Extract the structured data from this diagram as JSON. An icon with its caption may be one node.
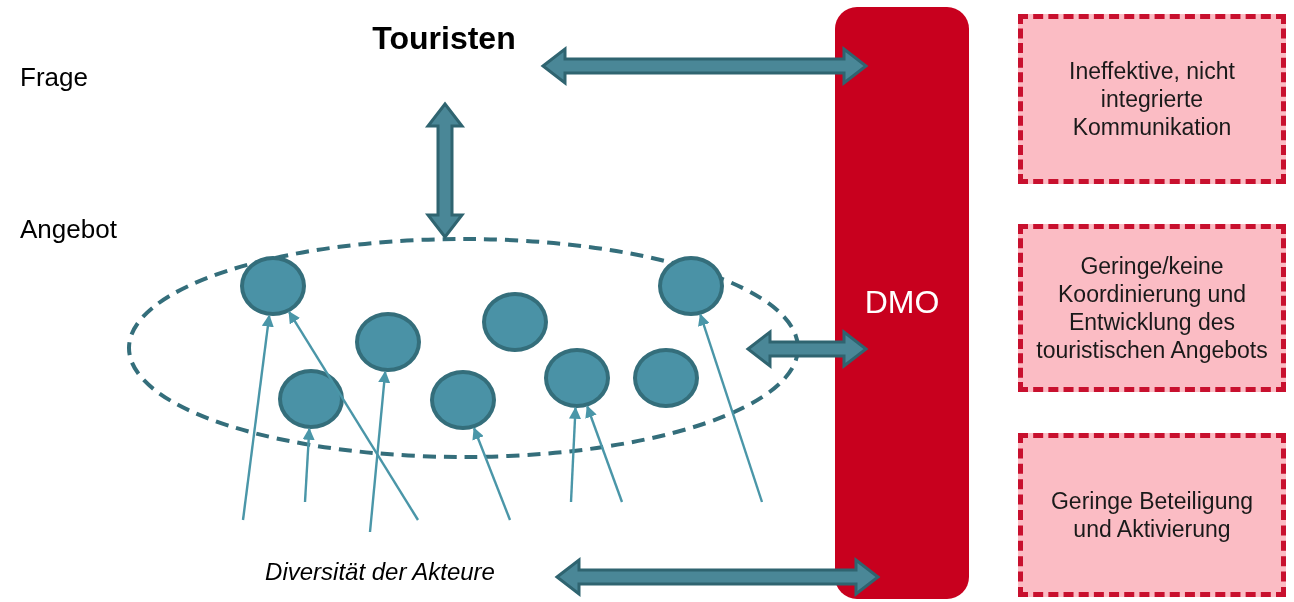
{
  "diagram": {
    "nodes": [
      {
        "text": [
          "Touristen"
        ]
      },
      {
        "text": [],
        "shape": "ellipse"
      },
      {
        "text": [],
        "shape": "circle",
        "in": 1
      },
      {
        "text": [],
        "shape": "circle",
        "in": 1
      },
      {
        "text": [],
        "shape": "circle",
        "in": 1
      },
      {
        "text": [],
        "shape": "circle",
        "in": 1
      },
      {
        "text": [],
        "shape": "circle",
        "in": 1
      },
      {
        "text": [],
        "shape": "circle",
        "in": 1
      },
      {
        "text": [],
        "shape": "circle",
        "in": 1
      },
      {
        "text": [],
        "shape": "circle",
        "in": 1
      },
      {
        "text": [
          "DMO"
        ]
      },
      {
        "text": [
          "Ineffektive, nicht integrierte Kommunikation"
        ]
      },
      {
        "text": [
          "Geringe/keine Koordinierung und Entwicklung des touristischen Angebots"
        ]
      },
      {
        "text": [
          "Geringe Beteiligung und Aktivierung"
        ]
      },
      {
        "text": [
          "Diversität der Akteure"
        ]
      }
    ],
    "edges": [
      {
        "from": 0,
        "to": 10,
        "arrow": "both",
        "style": "thick"
      },
      {
        "from": 0,
        "to": 1,
        "arrow": "both",
        "style": "thick"
      },
      {
        "from": 1,
        "to": 10,
        "arrow": "both",
        "style": "thick"
      },
      {
        "from": 14,
        "to": 10,
        "arrow": "both",
        "style": "thick"
      },
      {
        "from": null,
        "to": 2,
        "arrow": "to"
      },
      {
        "from": null,
        "to": 2,
        "arrow": "to"
      },
      {
        "from": null,
        "to": 3,
        "arrow": "to"
      },
      {
        "from": null,
        "to": 4,
        "arrow": "to"
      },
      {
        "from": null,
        "to": 5,
        "arrow": "to"
      },
      {
        "from": null,
        "to": 7,
        "arrow": "to"
      },
      {
        "from": null,
        "to": 7,
        "arrow": "to"
      },
      {
        "from": null,
        "to": 9,
        "arrow": "to"
      }
    ],
    "labels": [
      "Frage",
      "Angebot"
    ]
  }
}
